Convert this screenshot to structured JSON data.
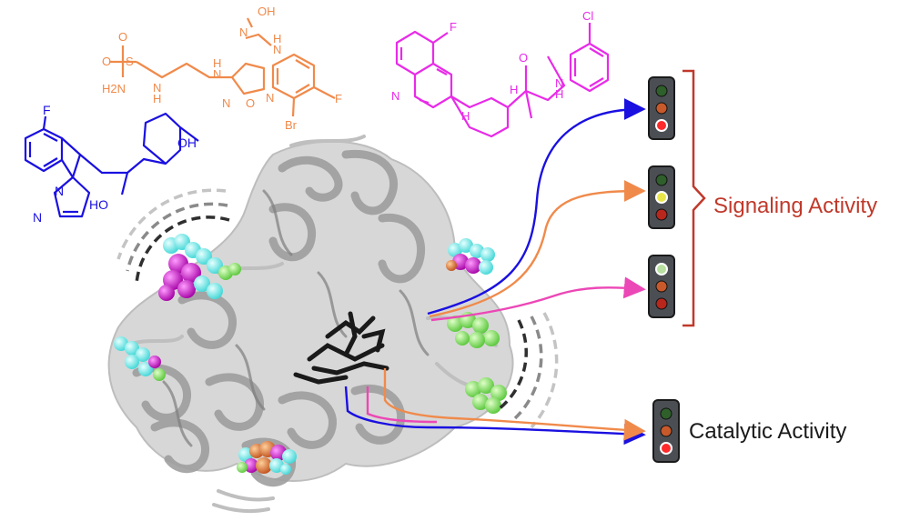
{
  "labels": {
    "signaling": "Signaling Activity",
    "catalytic": "Catalytic Activity"
  },
  "molecules": {
    "blue": {
      "name": "blue-ligand",
      "color": "#1a10e0",
      "atoms": [
        "F",
        "N",
        "N",
        "HO",
        "OH"
      ]
    },
    "orange": {
      "name": "orange-ligand",
      "color": "#f08a4b",
      "atoms": [
        "OH",
        "N",
        "H",
        "N",
        "H",
        "N",
        "O",
        "S",
        "O",
        "H2N",
        "N",
        "H",
        "N",
        "O",
        "N",
        "Br",
        "F"
      ]
    },
    "magenta": {
      "name": "magenta-ligand",
      "color": "#e82be8",
      "atoms": [
        "F",
        "N",
        "H",
        "H",
        "O",
        "N",
        "H",
        "Cl"
      ]
    }
  },
  "colors": {
    "blue_path": "#1a10e0",
    "orange_path": "#f08a4b",
    "magenta_path": "#ec47b6",
    "bracket": "#c0392b",
    "signaling_text": "#c0392b",
    "light_red": "#d63a2a",
    "light_orange": "#c8592a",
    "light_yellow": "#e9e64a",
    "light_green": "#2f5f2a",
    "light_lightgreen": "#b8e0a0",
    "cluster_cyan": "#7ff0ee",
    "cluster_magenta": "#d923d9",
    "cluster_green": "#86e86a"
  },
  "traffic_lights": [
    {
      "id": "tl-signal-1",
      "lit": [
        "#2f5f2a",
        "#c8592a",
        "#ff2a2a"
      ]
    },
    {
      "id": "tl-signal-2",
      "lit": [
        "#2f5f2a",
        "#e9e64a",
        "#b8261c"
      ]
    },
    {
      "id": "tl-signal-3",
      "lit": [
        "#b8e0a0",
        "#c8592a",
        "#b8261c"
      ]
    },
    {
      "id": "tl-catalytic",
      "lit": [
        "#2f5f2a",
        "#c8592a",
        "#ff2a2a"
      ]
    }
  ]
}
